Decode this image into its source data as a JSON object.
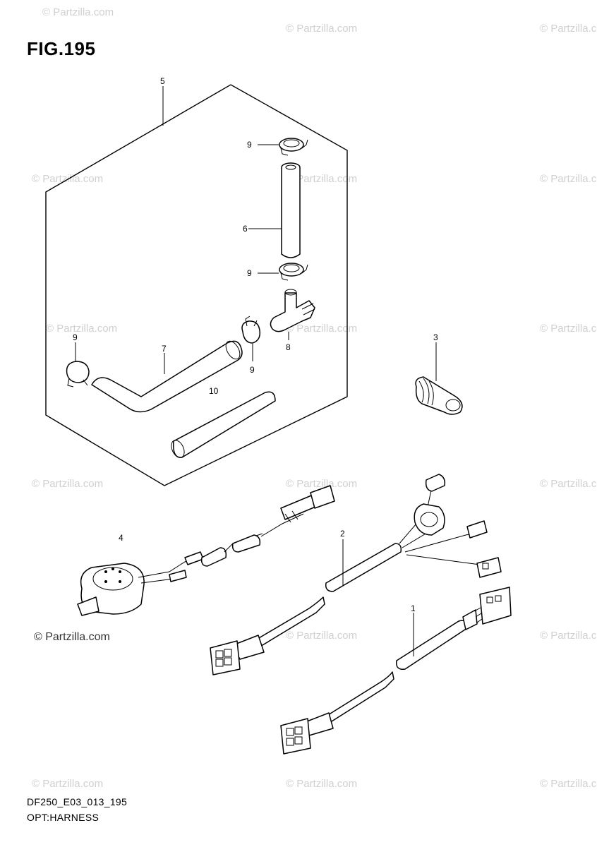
{
  "figure": {
    "title": "FIG.195",
    "code": "DF250_E03_013_195",
    "subtitle": "OPT:HARNESS"
  },
  "callouts": [
    "1",
    "2",
    "3",
    "4",
    "5",
    "6",
    "7",
    "8",
    "9",
    "10"
  ],
  "watermark": {
    "text": "© Partzilla.com",
    "prominent_text": "© Partzilla.com"
  },
  "colors": {
    "line": "#000000",
    "watermark": "#d0d0d0",
    "background": "#ffffff"
  }
}
